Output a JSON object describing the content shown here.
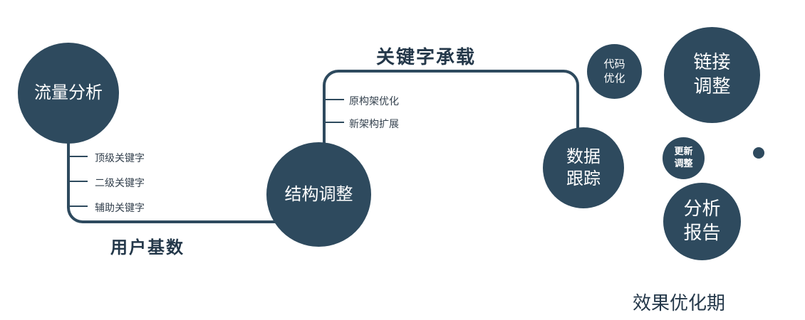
{
  "diagram": {
    "nodes": {
      "traffic": {
        "label": "流量分析"
      },
      "structure": {
        "label": "结构调整"
      },
      "tracking": {
        "line1": "数据",
        "line2": "跟踪"
      },
      "code": {
        "line1": "代码",
        "line2": "优化"
      },
      "link": {
        "line1": "链接",
        "line2": "调整"
      },
      "update": {
        "line1": "更新",
        "line2": "调整"
      },
      "report": {
        "line1": "分析",
        "line2": "报告"
      }
    },
    "branches": {
      "traffic": [
        "顶级关键字",
        "二级关键字",
        "辅助关键字"
      ],
      "structure": [
        "原构架优化",
        "新架构扩展"
      ]
    },
    "edges": {
      "user_base_label": "用户基数",
      "keyword_label": "关键字承载"
    },
    "footer": "效果优化期",
    "colors": {
      "node_fill": "#2e4a5e",
      "node_text": "#ffffff",
      "label_text": "#24384a"
    }
  }
}
